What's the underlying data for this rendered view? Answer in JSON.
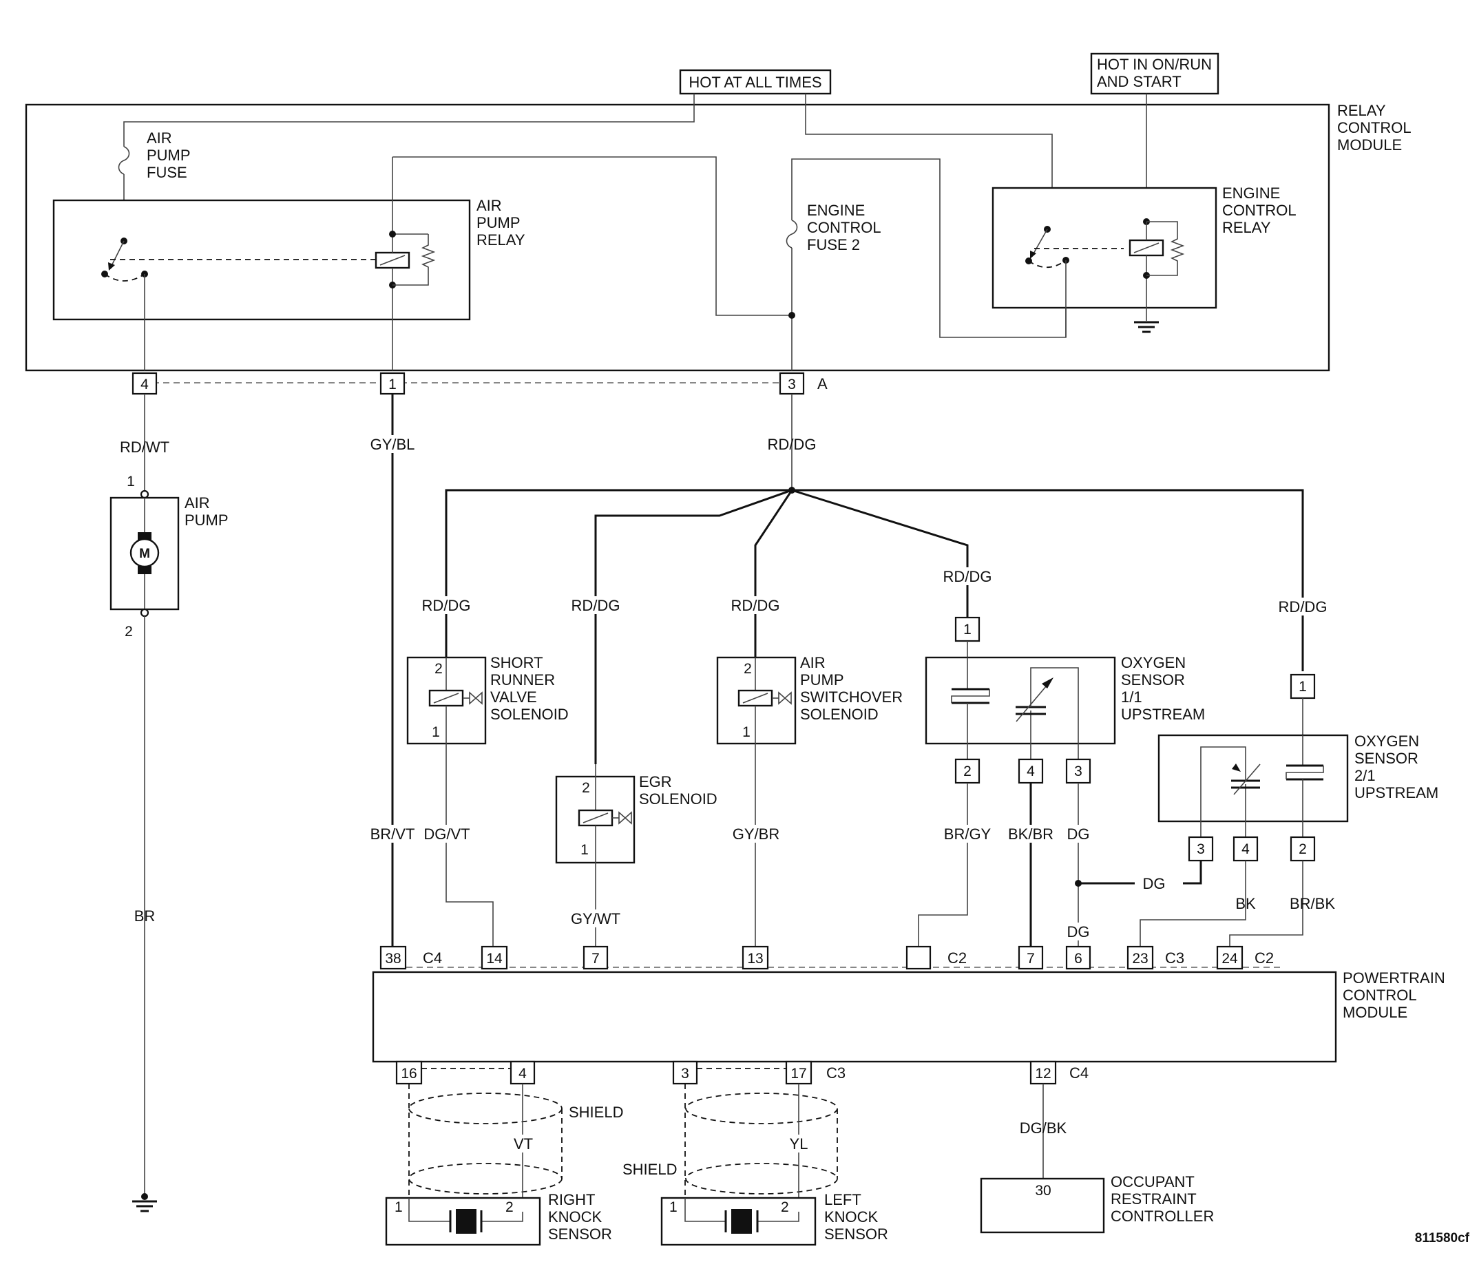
{
  "diagram_id": "811580cf",
  "power": {
    "hot_all_times": "HOT AT ALL TIMES",
    "hot_on_run_1": "HOT IN ON/RUN",
    "hot_on_run_2": "AND START"
  },
  "relay_module": {
    "label": [
      "RELAY",
      "CONTROL",
      "MODULE"
    ],
    "air_pump_fuse": [
      "AIR",
      "PUMP",
      "FUSE"
    ],
    "air_pump_relay": [
      "AIR",
      "PUMP",
      "RELAY"
    ],
    "engine_control_fuse": [
      "ENGINE",
      "CONTROL",
      "FUSE 2"
    ],
    "engine_control_relay": [
      "ENGINE",
      "CONTROL",
      "RELAY"
    ],
    "pins": [
      "4",
      "1",
      "3"
    ],
    "connector": "A"
  },
  "wires": {
    "rd_wt": "RD/WT",
    "gy_bl": "GY/BL",
    "rd_dg": "RD/DG",
    "br": "BR",
    "br_vt": "BR/VT",
    "dg_vt": "DG/VT",
    "gy_wt": "GY/WT",
    "gy_br": "GY/BR",
    "br_gy": "BR/GY",
    "bk_br": "BK/BR",
    "dg": "DG",
    "bk": "BK",
    "br_bk": "BR/BK",
    "dg_bk": "DG/BK",
    "vt": "VT",
    "yl": "YL"
  },
  "air_pump": {
    "label": [
      "AIR",
      "PUMP"
    ],
    "motor": "M",
    "pin_top": "1",
    "pin_bottom": "2"
  },
  "short_runner": {
    "label": [
      "SHORT",
      "RUNNER",
      "VALVE",
      "SOLENOID"
    ],
    "pin_top": "2",
    "pin_bottom": "1"
  },
  "egr": {
    "label": [
      "EGR",
      "SOLENOID"
    ],
    "pin_top": "2",
    "pin_bottom": "1"
  },
  "air_switchover": {
    "label": [
      "AIR",
      "PUMP",
      "SWITCHOVER",
      "SOLENOID"
    ],
    "pin_top": "2",
    "pin_bottom": "1"
  },
  "o2_11": {
    "label": [
      "OXYGEN",
      "SENSOR",
      "1/1",
      "UPSTREAM"
    ],
    "pins": [
      "1",
      "2",
      "4",
      "3"
    ]
  },
  "o2_21": {
    "label": [
      "OXYGEN",
      "SENSOR",
      "2/1",
      "UPSTREAM"
    ],
    "pins": [
      "1",
      "3",
      "4",
      "2"
    ]
  },
  "pcm": {
    "label": [
      "POWERTRAIN",
      "CONTROL",
      "MODULE"
    ],
    "top_pins": [
      "38",
      "14",
      "7",
      "13",
      "7",
      "6",
      "23",
      "24"
    ],
    "top_connectors": [
      "C4",
      "C2",
      "C3",
      "C2"
    ],
    "bottom_pins": [
      "16",
      "4",
      "3",
      "17",
      "12"
    ],
    "bottom_connectors": [
      "C3",
      "C4"
    ]
  },
  "knock": {
    "shield": "SHIELD",
    "right_label": [
      "RIGHT",
      "KNOCK",
      "SENSOR"
    ],
    "left_label": [
      "LEFT",
      "KNOCK",
      "SENSOR"
    ],
    "pin1": "1",
    "pin2": "2"
  },
  "orc": {
    "label": [
      "OCCUPANT",
      "RESTRAINT",
      "CONTROLLER"
    ],
    "pin": "30"
  }
}
